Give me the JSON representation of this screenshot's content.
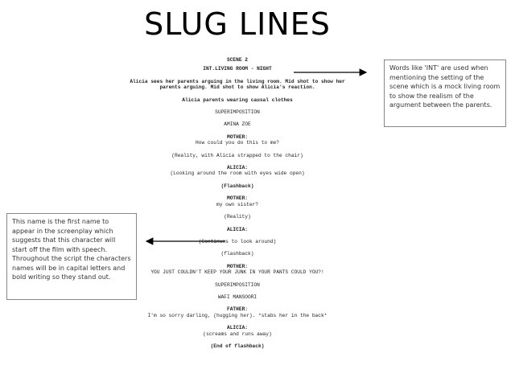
{
  "title": "SLUG LINES",
  "script": {
    "lines": [
      {
        "text": "SCENE 2",
        "bold": true
      },
      {
        "gap": "s"
      },
      {
        "text": "INT.LIVING ROOM - NIGHT",
        "bold": true
      },
      {
        "gap": "m"
      },
      {
        "text": "Alicia sees her parents arguing in the living room. Mid shot to show her",
        "bold": true
      },
      {
        "text": "parents arguing. Mid shot to show Alicia's reaction.",
        "bold": true
      },
      {
        "gap": "m"
      },
      {
        "text": "Alicia parents wearing causal clothes",
        "bold": true
      },
      {
        "gap": "m"
      },
      {
        "text": "SUPERIMPOSITION",
        "bold": false
      },
      {
        "gap": "m"
      },
      {
        "text": "AMINA ZOE",
        "bold": false
      },
      {
        "gap": "m"
      },
      {
        "text": "MOTHER:",
        "bold": true
      },
      {
        "text": "How could you do this to me?",
        "bold": false
      },
      {
        "gap": "m"
      },
      {
        "text": "(Reality, with Alicia strapped to the chair)",
        "bold": false
      },
      {
        "gap": "m"
      },
      {
        "text": "ALICIA:",
        "bold": true
      },
      {
        "text": "(Looking around the room with eyes wide open)",
        "bold": false
      },
      {
        "gap": "m"
      },
      {
        "text": "(Flashback)",
        "bold": true
      },
      {
        "gap": "m"
      },
      {
        "text": "MOTHER:",
        "bold": true
      },
      {
        "text": "my own sister?",
        "bold": false
      },
      {
        "gap": "m"
      },
      {
        "text": "(Reality)",
        "bold": false
      },
      {
        "gap": "m"
      },
      {
        "text": "ALICIA:",
        "bold": true
      },
      {
        "gap": "m"
      },
      {
        "text": "(Continues to look around)",
        "bold": false
      },
      {
        "gap": "m"
      },
      {
        "text": "(flashback)",
        "bold": false
      },
      {
        "gap": "m"
      },
      {
        "text": "MOTHER:",
        "bold": true
      },
      {
        "text": "YOU JUST COULDN'T KEEP YOUR JUNK IN YOUR PANTS COULD YOU?!",
        "bold": false
      },
      {
        "gap": "m"
      },
      {
        "text": "SUPERIMPOSITION",
        "bold": false
      },
      {
        "gap": "m"
      },
      {
        "text": "WAFI MANSOORI",
        "bold": false
      },
      {
        "gap": "m"
      },
      {
        "text": "FATHER:",
        "bold": true
      },
      {
        "text": "I'm so sorry darling, (hugging her). *stabs her in the back*",
        "bold": false
      },
      {
        "gap": "m"
      },
      {
        "text": "ALICIA:",
        "bold": true
      },
      {
        "text": "(screams and runs away)",
        "bold": false
      },
      {
        "gap": "m"
      },
      {
        "text": "(End of flashback)",
        "bold": true
      }
    ]
  },
  "callouts": {
    "slug_note": "Words like 'INT' are used when mentioning the setting of the scene which is a mock living room to show the realism of the argument between the parents.",
    "name_note": "This name is the first name to appear in the screenplay which suggests that this character will start off the film with speech. Throughout the script the characters names will be in capital letters and bold writing so they stand out."
  }
}
